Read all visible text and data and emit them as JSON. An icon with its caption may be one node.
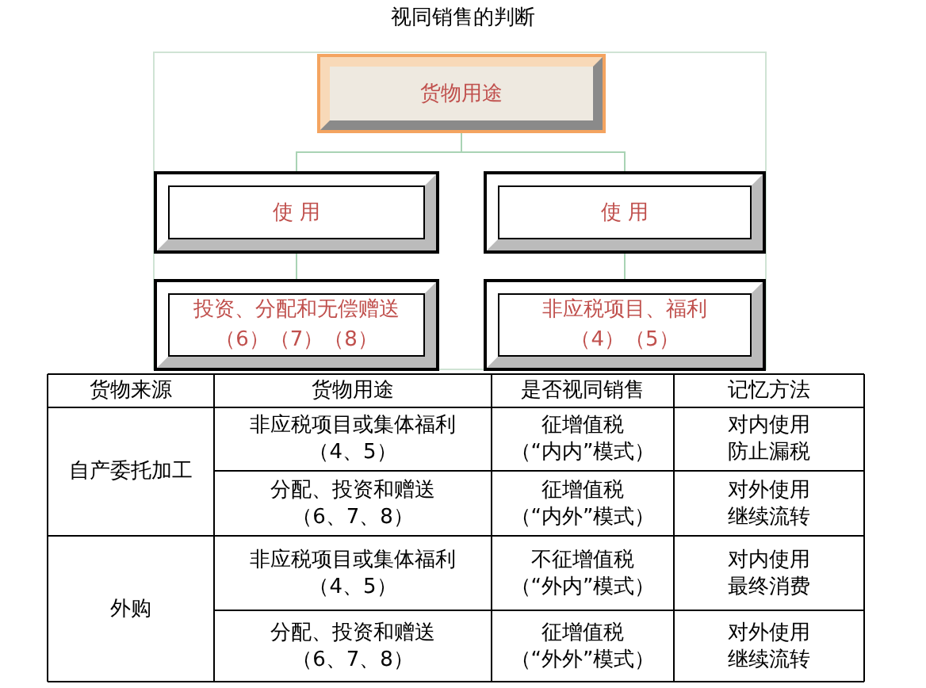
{
  "diagram": {
    "title": "视同销售的判断",
    "nodes": [
      {
        "text": [
          "货物用途"
        ]
      },
      {
        "text": [
          "使 用"
        ]
      },
      {
        "text": [
          "使 用"
        ]
      },
      {
        "text": [
          "投资、分配和无偿赠送（6）（7）（8）"
        ]
      },
      {
        "text": [
          "非应税项目、福利（4）（5）"
        ]
      }
    ],
    "edges": [
      {
        "from": 0,
        "to": 1,
        "arrow": "none"
      },
      {
        "from": 0,
        "to": 2,
        "arrow": "none"
      },
      {
        "from": 1,
        "to": 3,
        "arrow": "none"
      },
      {
        "from": 2,
        "to": 4,
        "arrow": "none"
      }
    ],
    "labels": [
      "货物来源",
      "货物用途",
      "是否视同销售",
      "记忆方法",
      "自产委托加工",
      "非应税项目或集体福利（4、5）",
      "征增值税（“内内”模式）",
      "对内使用防止漏税",
      "分配、投资和赠送（6、7、8）",
      "征增值税（“内外”模式）",
      "对外使用继续流转",
      "外购",
      "非应税项目或集体福利（4、5）",
      "不征增值税（“外内”模式）",
      "对内使用最终消费",
      "分配、投资和赠送（6、7、8）",
      "征增值税（“外外”模式）",
      "对外使用继续流转"
    ]
  }
}
